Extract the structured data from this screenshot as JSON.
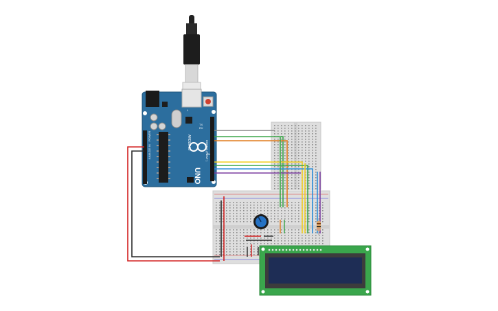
{
  "board": {
    "name": "UNO",
    "brand": "ARDUINO",
    "pin_label_digital": "DIGITAL (PWM~)",
    "pin_label_analog": "ANALOG IN",
    "pin_label_power": "POWER",
    "pin_label_tx": "TX",
    "pin_label_rx": "RX",
    "pin_label_l": "L",
    "pin_label_on": "ON"
  },
  "lcd": {
    "screen_text_line1": "",
    "screen_text_line2": ""
  },
  "colors": {
    "board_blue": "#2c6e9e",
    "board_dark": "#1f5479",
    "wire_red": "#d21f1f",
    "wire_black": "#2a2a2a",
    "wire_green": "#3aa648",
    "wire_orange": "#e07b1c",
    "wire_gray": "#8a8a8a",
    "wire_yellow": "#f2cf1f",
    "wire_blue": "#2d8fdc",
    "wire_purple": "#7b3fa0",
    "breadboard": "#dcdcdc",
    "lcd_pcb": "#3aa64c",
    "lcd_screen": "#1e2d55",
    "pot_blue": "#2572c4"
  }
}
